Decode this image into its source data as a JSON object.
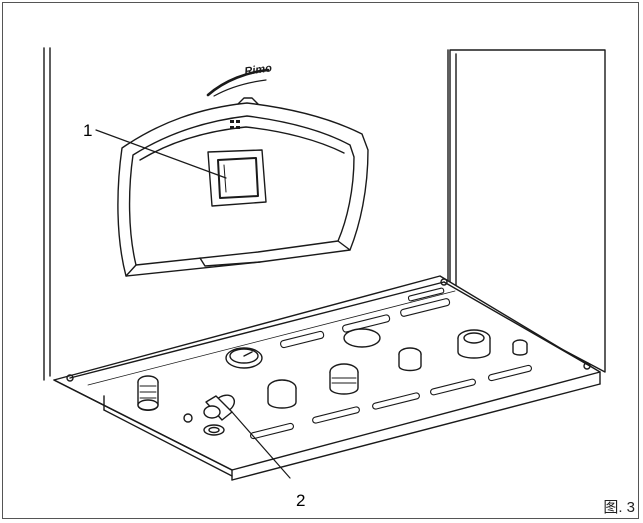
{
  "figure": {
    "label": "图. 3",
    "brand_logo_text": "Rimo"
  },
  "callouts": [
    {
      "number": "1",
      "target": "display-window"
    },
    {
      "number": "2",
      "target": "valve-fitting"
    }
  ],
  "colors": {
    "line": "#1a1a1a",
    "fill": "#ffffff",
    "frame": "#555555"
  }
}
